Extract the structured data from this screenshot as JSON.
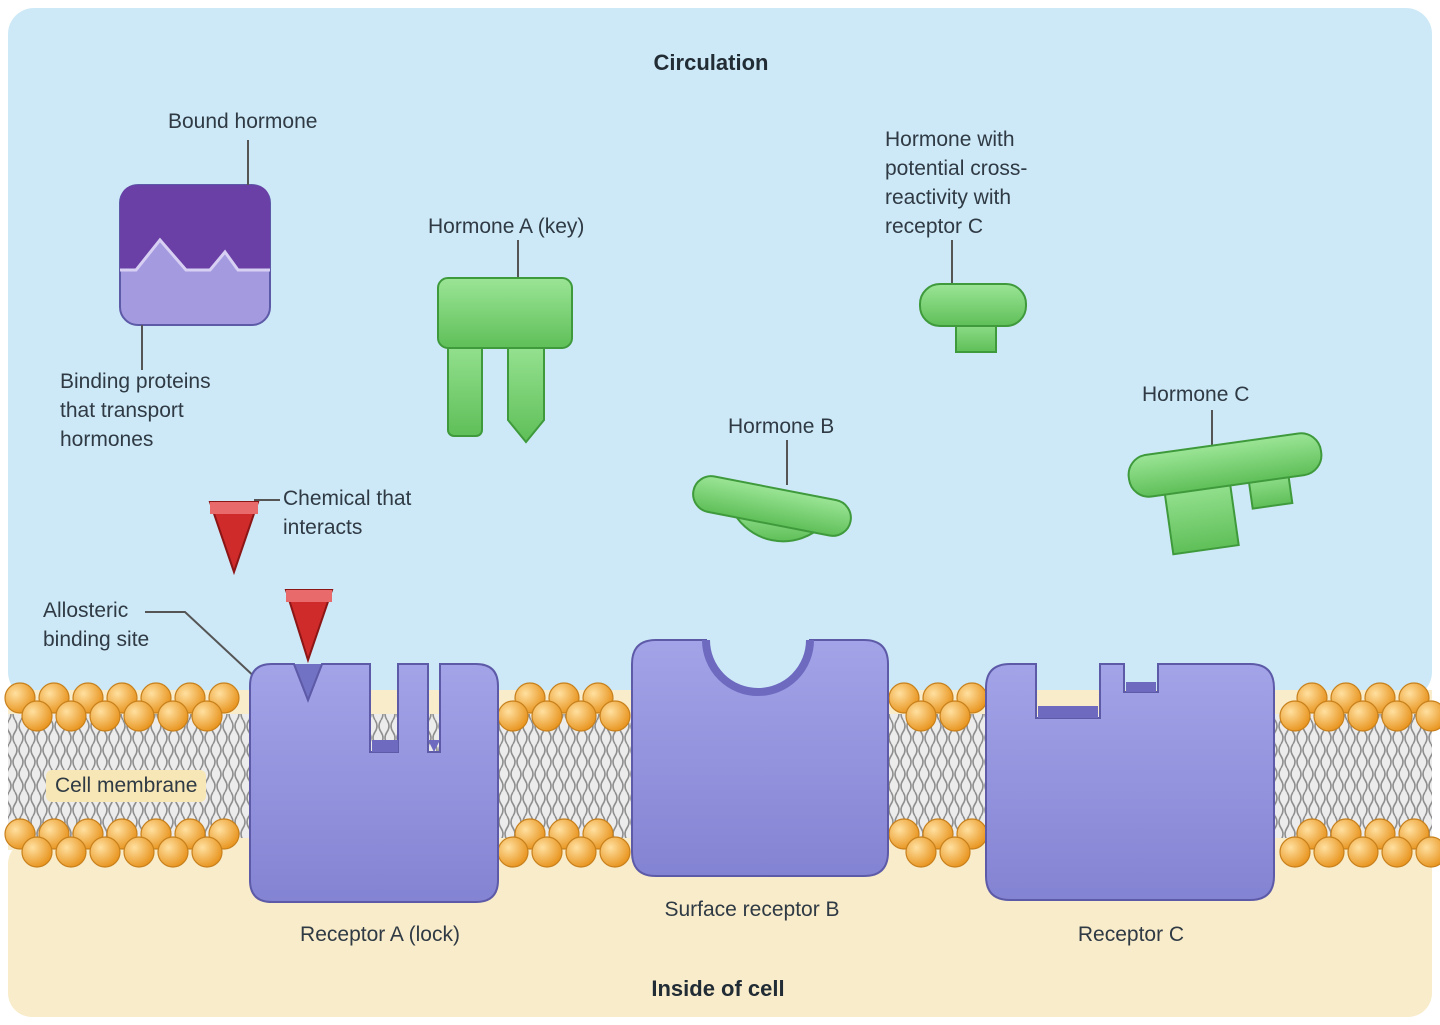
{
  "labels": {
    "circulation": "Circulation",
    "inside_cell": "Inside of cell",
    "bound_hormone": "Bound hormone",
    "binding_proteins": [
      "Binding proteins",
      "that transport",
      "hormones"
    ],
    "hormone_a": "Hormone A (key)",
    "cross_reactive": [
      "Hormone with",
      "potential cross-",
      "reactivity with",
      "receptor C"
    ],
    "hormone_b": "Hormone B",
    "hormone_c": "Hormone C",
    "chemical": [
      "Chemical that",
      "interacts"
    ],
    "allosteric": [
      "Allosteric",
      "binding site"
    ],
    "cell_membrane": "Cell membrane",
    "receptor_a": "Receptor A (lock)",
    "receptor_b": "Surface receptor B",
    "receptor_c": "Receptor C"
  },
  "colors": {
    "circulation_bg": "#cde9f7",
    "cytoplasm_bg": "#f9ecca",
    "receptor": "#8f8fdc",
    "receptor_dark": "#5d5aa8",
    "hormone": "#7ed477",
    "hormone_dark": "#3f9a3c",
    "chemical": "#cf2b2b",
    "lipid_head": "#f0a63a",
    "binding_protein_top": "#6a3fa6",
    "binding_protein_bottom": "#a49ae0"
  }
}
